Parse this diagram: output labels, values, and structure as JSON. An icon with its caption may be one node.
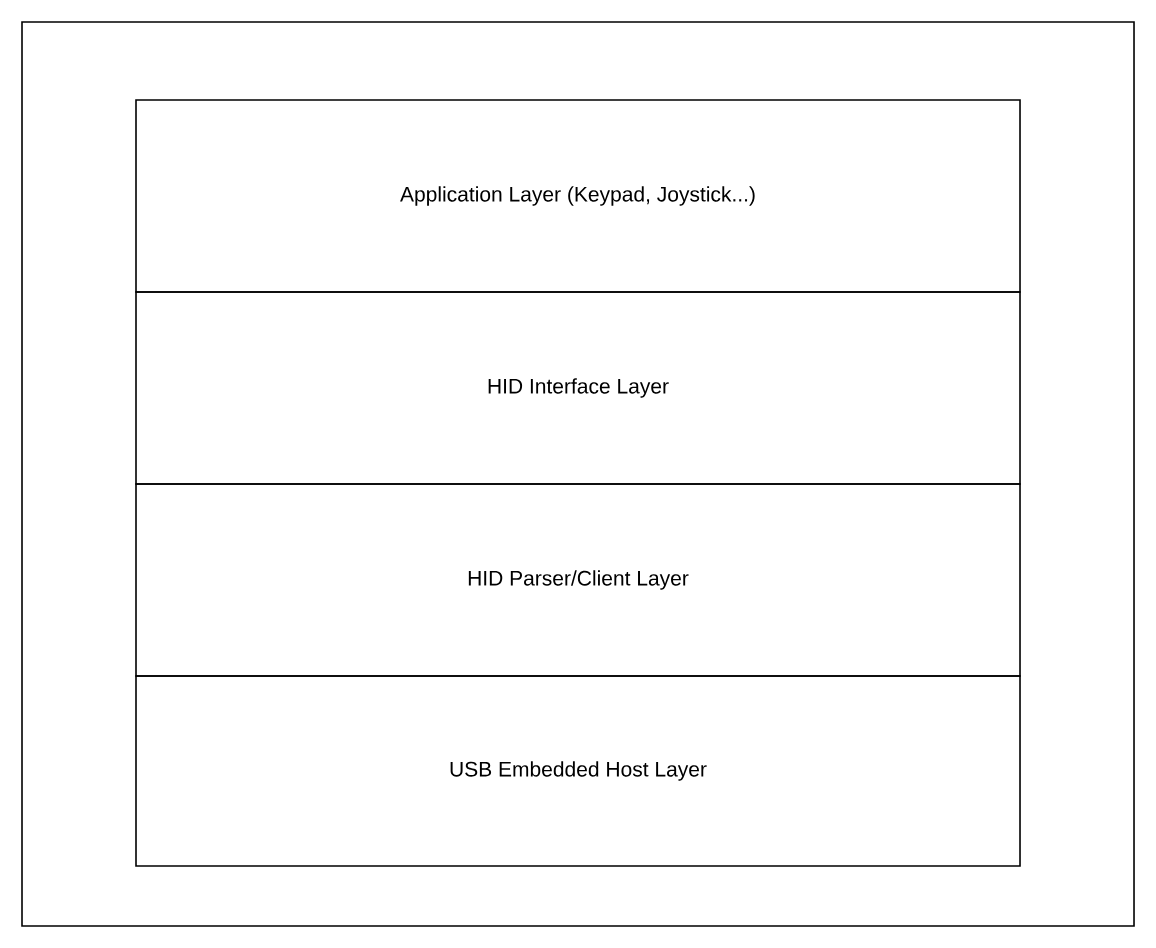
{
  "diagram": {
    "nodes": [
      {
        "text": [],
        "shape": "box"
      },
      {
        "text": [
          "Application Layer (Keypad, Joystick...)"
        ],
        "in": 0
      },
      {
        "text": [
          "HID Interface Layer"
        ],
        "in": 0
      },
      {
        "text": [
          "HID Parser/Client Layer"
        ],
        "in": 0
      },
      {
        "text": [
          "USB Embedded Host Layer"
        ],
        "in": 0
      }
    ]
  }
}
